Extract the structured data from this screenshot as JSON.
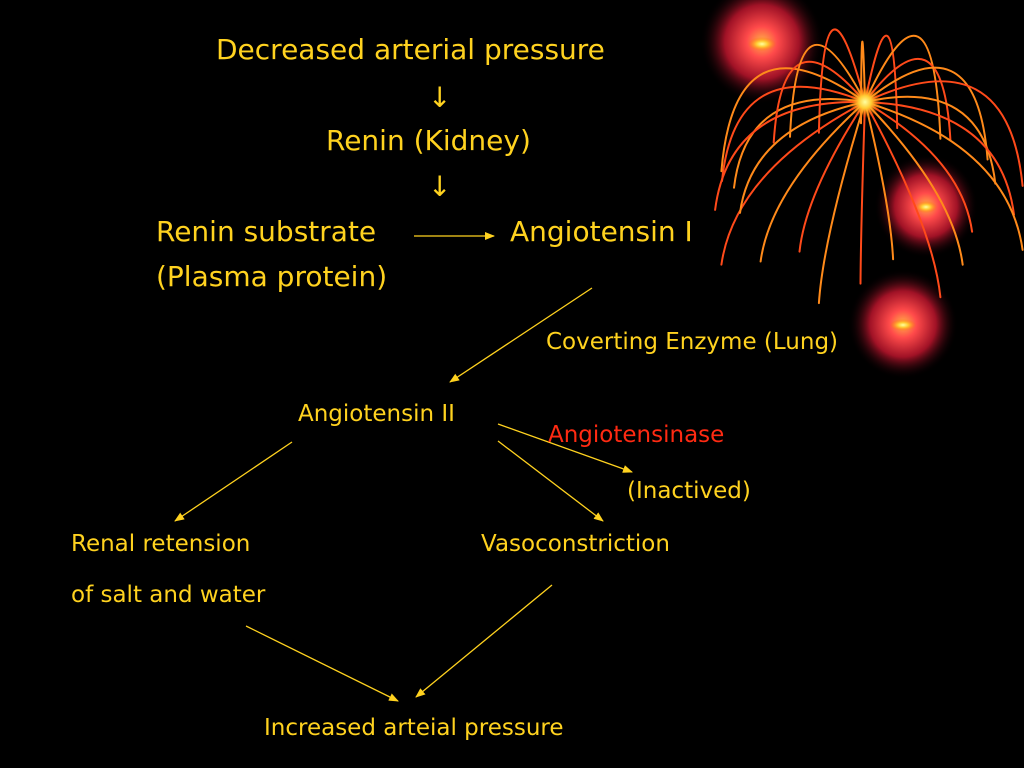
{
  "colors": {
    "background": "#000000",
    "text": "#ffd21f",
    "highlight": "#ff2a12",
    "arrow": "#ffd21f"
  },
  "flow": {
    "decreased_pressure": "Decreased arterial pressure",
    "arrow_down_symbol": "↓",
    "renin_kidney": "Renin (Kidney)",
    "renin_substrate": "Renin substrate",
    "plasma_protein": "(Plasma protein)",
    "angiotensin_1": "Angiotensin I",
    "converting_enzyme": "Coverting Enzyme (Lung)",
    "angiotensin_2": "Angiotensin II",
    "angiotensinase": "Angiotensinase",
    "inactived": "(Inactived)",
    "renal_retension_line1": "Renal retension",
    "renal_retension_line2": "of salt and water",
    "vasoconstriction": "Vasoconstriction",
    "increased_pressure": "Increased arteial pressure"
  },
  "decoration": {
    "icon": "firework-burst-icon"
  }
}
